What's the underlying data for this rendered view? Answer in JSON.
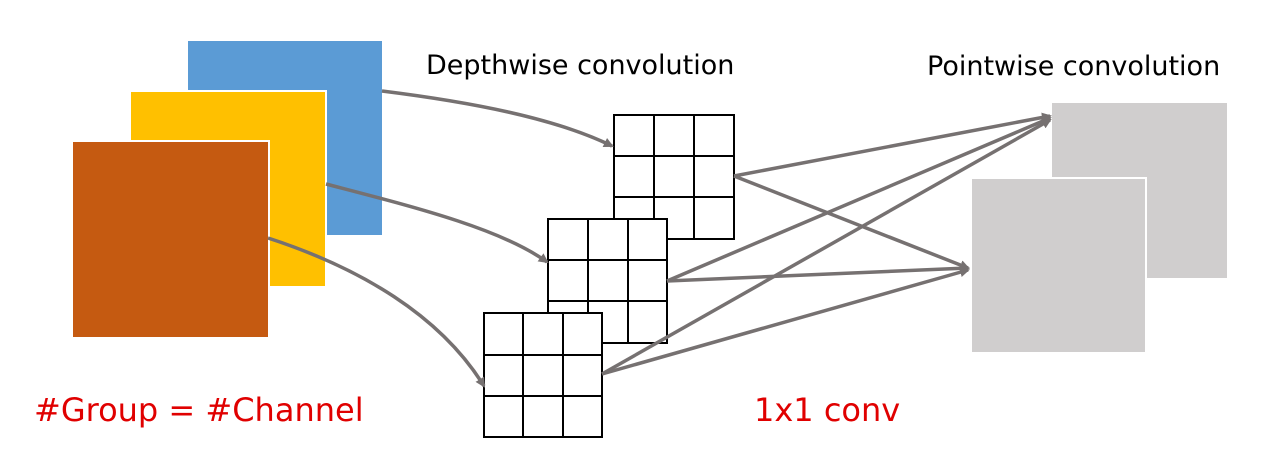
{
  "labels": {
    "depthwise": "Depthwise convolution",
    "pointwise": "Pointwise convolution",
    "group_eq": "#Group = #Channel",
    "one_by_one": "1x1 conv"
  },
  "colors": {
    "channel_blue": "#5b9bd5",
    "channel_yellow": "#ffc000",
    "channel_orange": "#c55a11",
    "output_gray": "#d0cece",
    "arrow": "#767171",
    "highlight_text": "#e00000",
    "kernel_line": "#000000"
  }
}
